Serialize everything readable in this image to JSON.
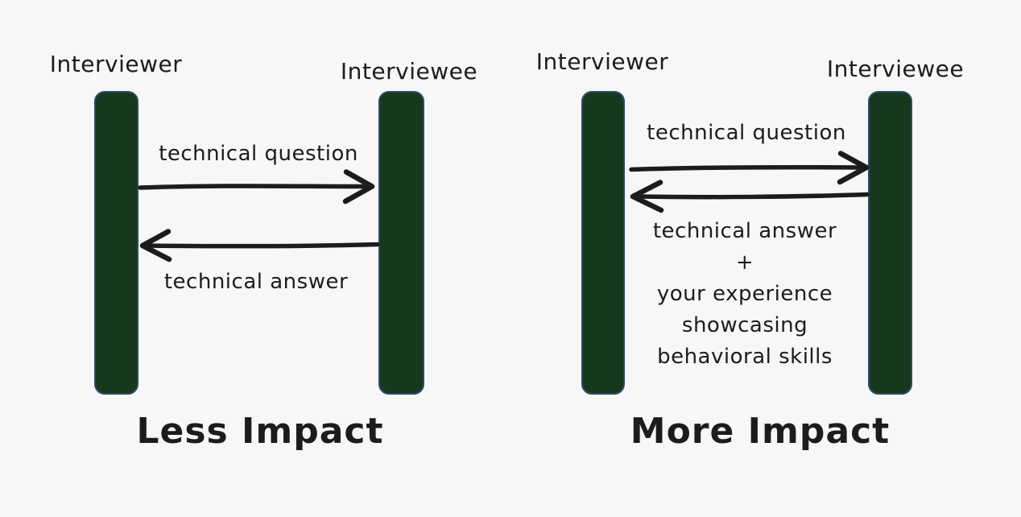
{
  "colors": {
    "background": "#f7f7f7",
    "bar_fill": "#16381c",
    "bar_border": "#2d4a6b",
    "ink": "#1c1c1c"
  },
  "left_diagram": {
    "interviewer_label": "Interviewer",
    "interviewee_label": "Interviewee",
    "question_label": "technical question",
    "answer_label": "technical answer",
    "caption": "Less Impact"
  },
  "right_diagram": {
    "interviewer_label": "Interviewer",
    "interviewee_label": "Interviewee",
    "question_label": "technical question",
    "answer_lines": [
      "technical answer",
      "+",
      "your experience",
      "showcasing",
      "behavioral skills"
    ],
    "caption": "More Impact"
  }
}
